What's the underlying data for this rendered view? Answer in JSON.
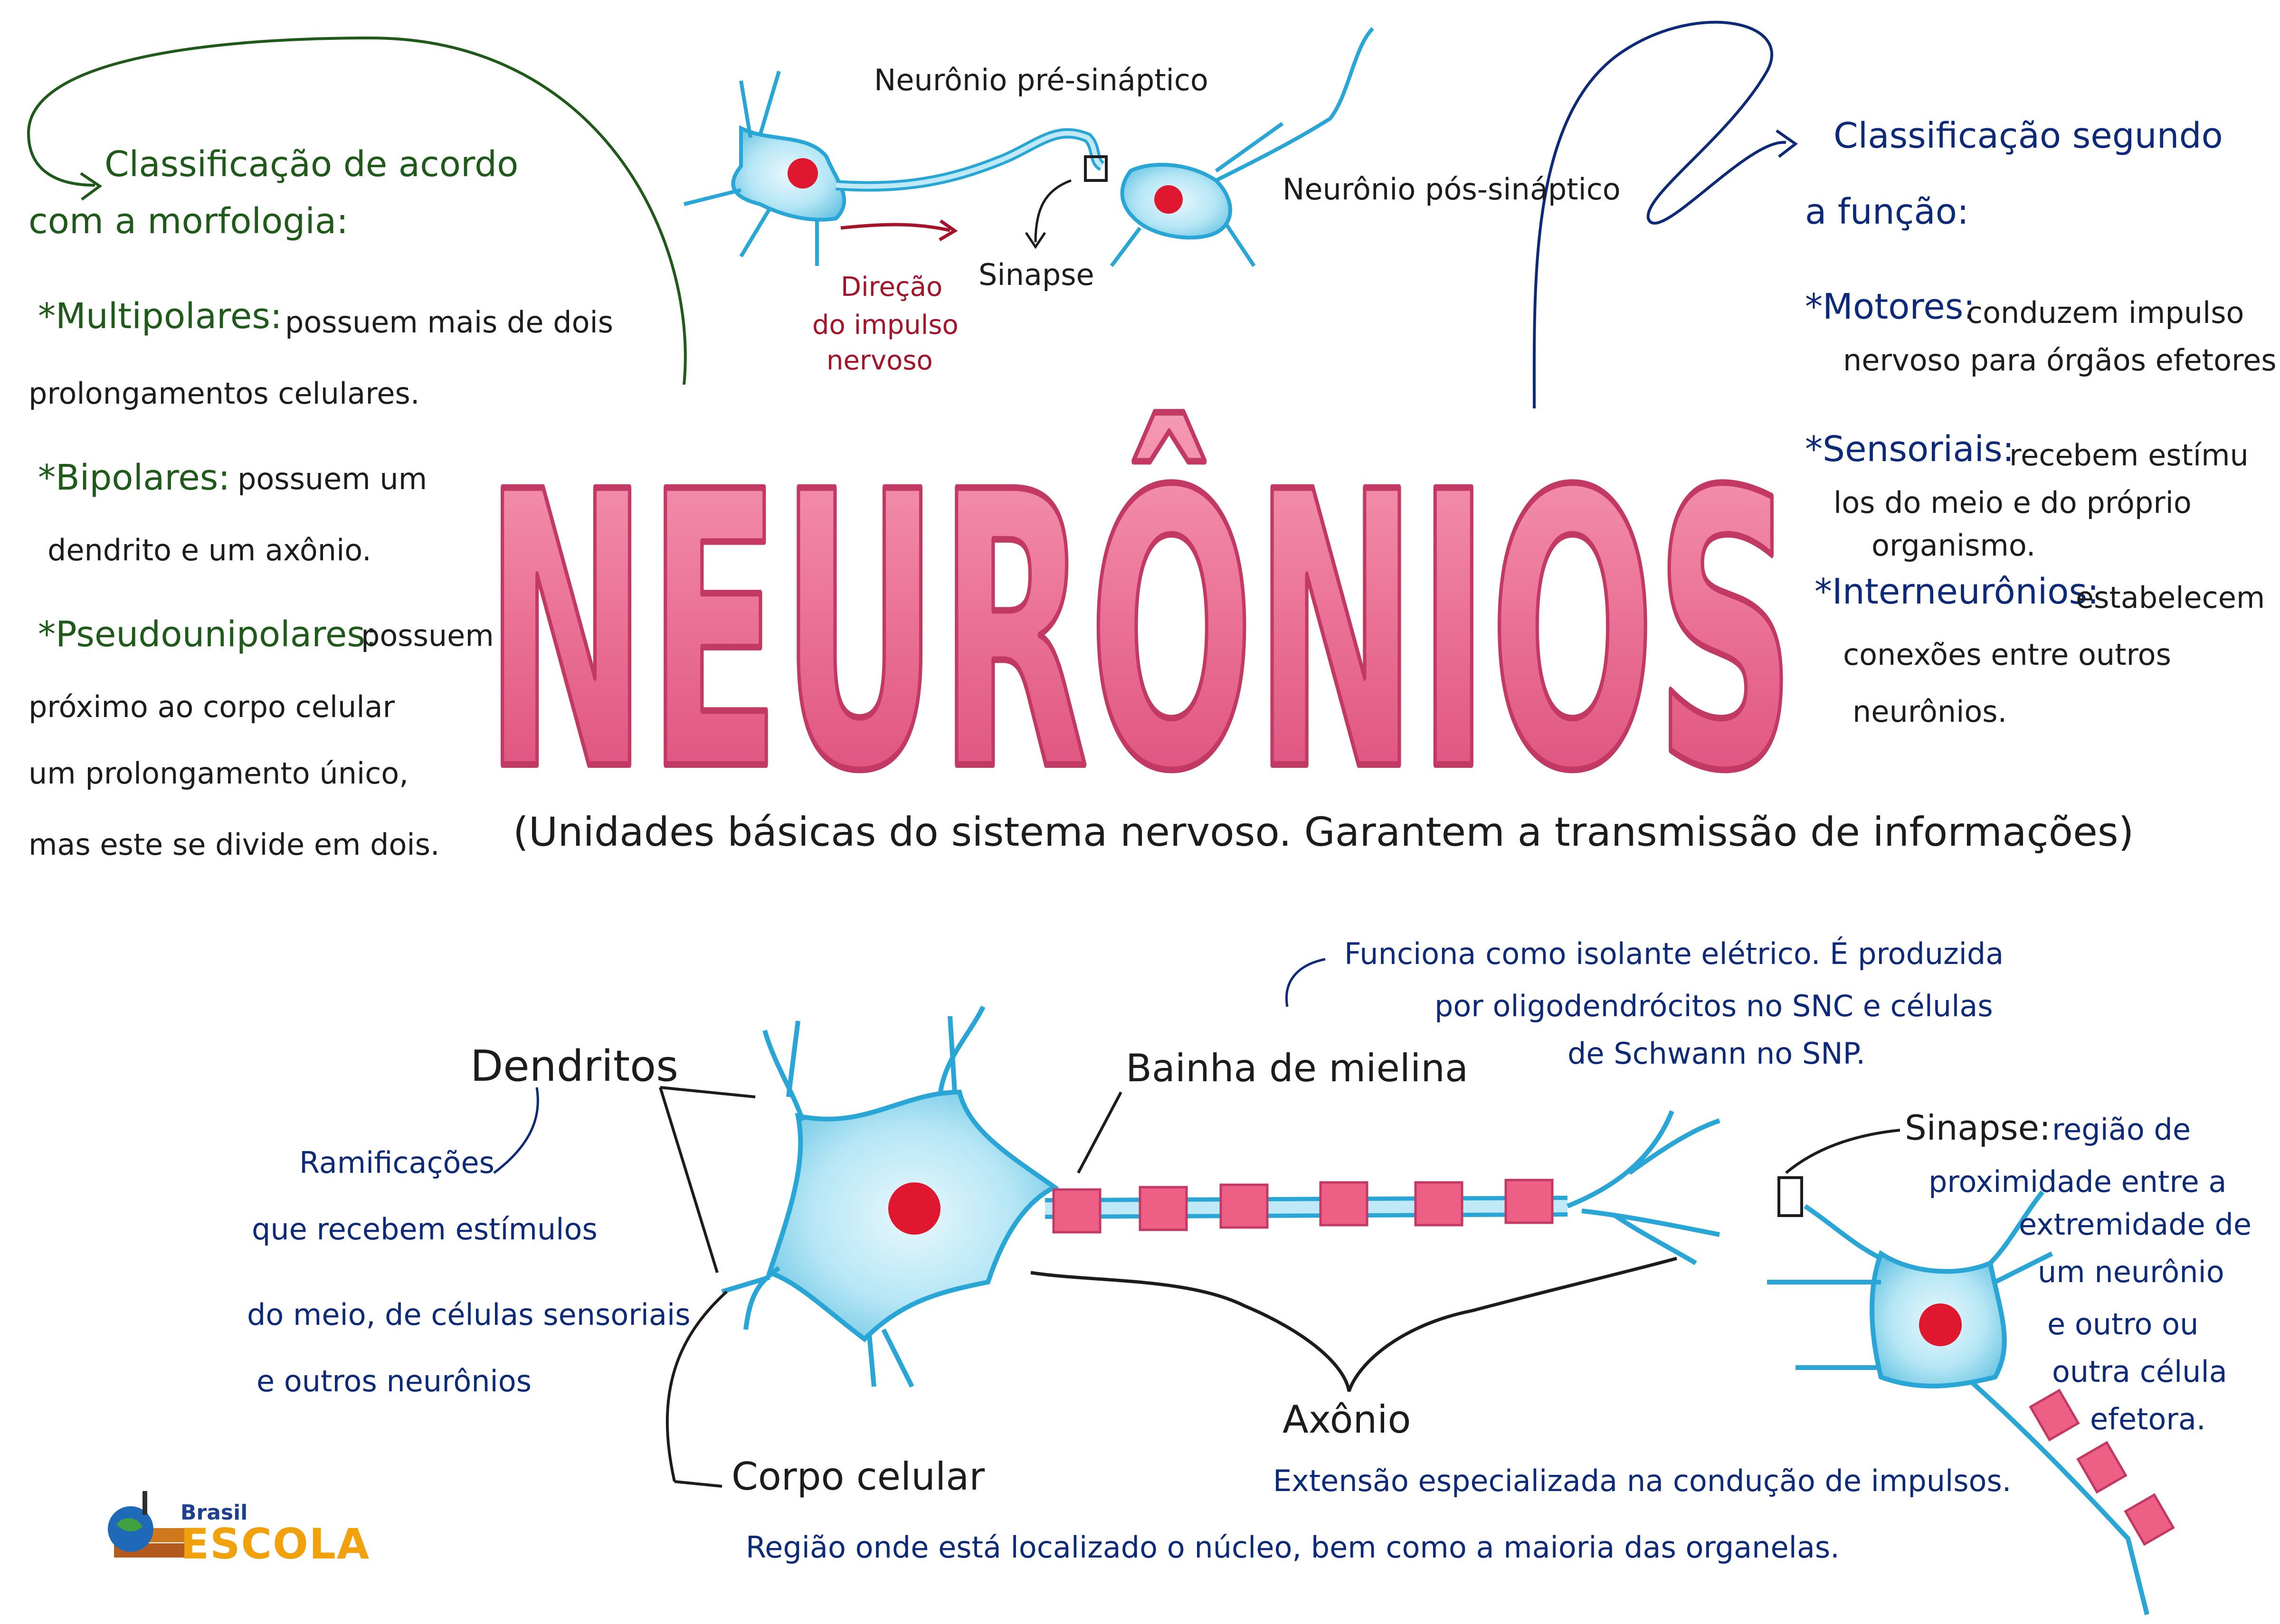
{
  "title": "NEURÔNIOS",
  "subtitle": "(Unidades básicas do sistema nervoso. Garantem a transmissão de informações)",
  "left_panel": {
    "heading_line1": "Classificação de acordo",
    "heading_line2": "com a morfologia:",
    "multipolares_term": "*Multipolares:",
    "multipolares_l1": "possuem mais de dois",
    "multipolares_l2": "prolongamentos celulares.",
    "bipolares_term": "*Bipolares:",
    "bipolares_l1": "possuem um",
    "bipolares_l2": "dendrito e um axônio.",
    "pseudo_term": "*Pseudounipolares:",
    "pseudo_l1": "possuem",
    "pseudo_l2": "próximo ao corpo celular",
    "pseudo_l3": "um prolongamento único,",
    "pseudo_l4": "mas este se divide em dois."
  },
  "right_panel": {
    "heading_line1": "Classificação segundo",
    "heading_line2": "a função:",
    "motores_term": "*Motores:",
    "motores_l1": "conduzem impulso",
    "motores_l2": "nervoso para órgãos efetores",
    "sensoriais_term": "*Sensoriais:",
    "sensoriais_l1": "recebem estímu",
    "sensoriais_l2": "los do meio e do próprio",
    "sensoriais_l3": "organismo.",
    "inter_term": "*Interneurônios:",
    "inter_l1": "estabelecem",
    "inter_l2": "conexões entre outros",
    "inter_l3": "neurônios."
  },
  "top_diagram": {
    "pre": "Neurônio pré-sináptico",
    "pos": "Neurônio pós-sináptico",
    "direction_l1": "Direção",
    "direction_l2": "do impulso",
    "direction_l3": "nervoso",
    "synapse": "Sinapse"
  },
  "bottom_diagram": {
    "dendritos": "Dendritos",
    "dendritos_desc_l1": "Ramificações",
    "dendritos_desc_l2": "que recebem estímulos",
    "dendritos_desc_l3": "do meio, de células sensoriais",
    "dendritos_desc_l4": "e outros neurônios",
    "mielina": "Bainha de mielina",
    "mielina_desc_l1": "Funciona como isolante elétrico. É produzida",
    "mielina_desc_l2": "por oligodendrócitos no SNC e células",
    "mielina_desc_l3": "de Schwann no SNP.",
    "sinapse": "Sinapse:",
    "sinapse_desc_l1": "região de",
    "sinapse_desc_l2": "proximidade entre a",
    "sinapse_desc_l3": "extremidade de",
    "sinapse_desc_l4": "um neurônio",
    "sinapse_desc_l5": "e outro ou",
    "sinapse_desc_l6": "outra célula",
    "sinapse_desc_l7": "efetora.",
    "axonio": "Axônio",
    "axonio_desc": "Extensão especializada na condução de impulsos.",
    "corpo": "Corpo celular",
    "corpo_desc": "Região onde está localizado o núcleo, bem como a maioria das organelas."
  },
  "logo": {
    "line1": "Brasil",
    "line2": "ESCOLA"
  },
  "colors": {
    "title_pink": "#e55c86",
    "title_outline": "#c23a63",
    "cell_blue": "#7fd0ea",
    "cell_outline": "#2aa6d6",
    "nucleus_red": "#e0182f",
    "myelin_pink": "#ee5f86",
    "green_text": "#1f5a1a",
    "blue_text": "#0d2a78",
    "red_text": "#a3132a"
  }
}
